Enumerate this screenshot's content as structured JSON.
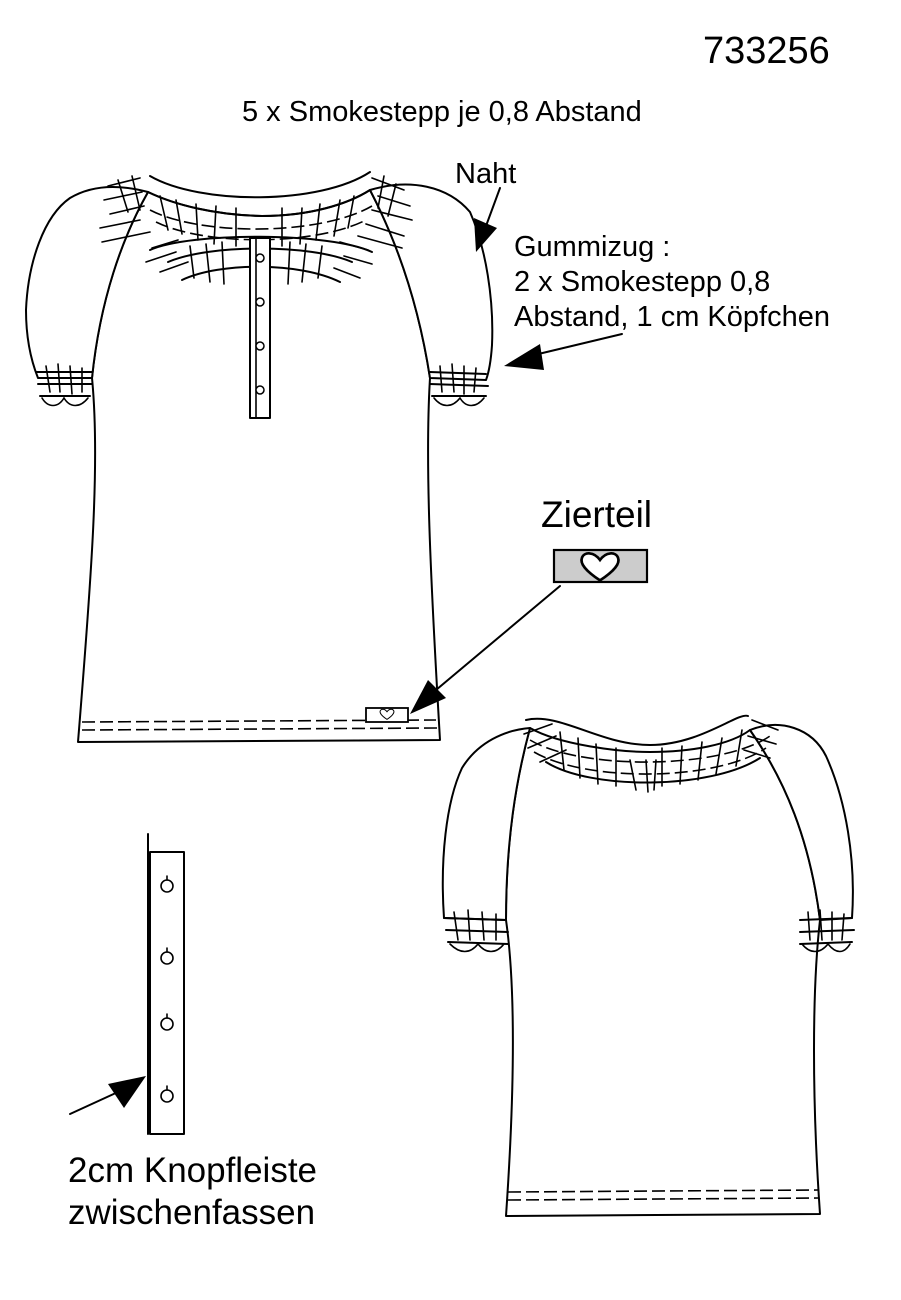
{
  "article_number": "733256",
  "top_note": "5 x Smokestepp je 0,8 Abstand",
  "seam_label": "Naht",
  "elastic_note": {
    "line1": "Gummizug :",
    "line2": "2 x Smokestepp 0,8",
    "line3": "Abstand, 1 cm Köpfchen"
  },
  "trim_label": "Zierteil",
  "placket_note": {
    "line1": "2cm Knopfleiste",
    "line2": "zwischenfassen"
  },
  "colors": {
    "line": "#000000",
    "trim_fill": "#cccccc",
    "background": "#ffffff"
  },
  "icons": [
    "heart-icon",
    "button-icon",
    "arrow-icon"
  ]
}
